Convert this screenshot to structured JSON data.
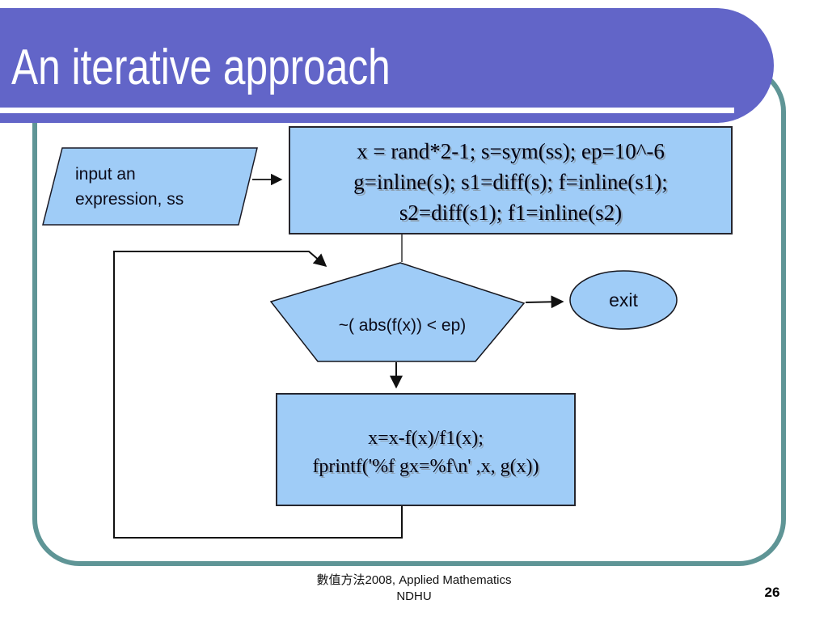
{
  "slide": {
    "title": "An iterative approach",
    "page_number": "26",
    "footer_line1": "數值方法2008, Applied Mathematics",
    "footer_line2": "NDHU"
  },
  "flowchart": {
    "input_shape": {
      "type": "parallelogram",
      "text": "input  an\nexpression, ss"
    },
    "init_block": {
      "type": "rectangle",
      "text": "x = rand*2-1; s=sym(ss); ep=10^-6\ng=inline(s); s1=diff(s); f=inline(s1);\ns2=diff(s1); f1=inline(s2)"
    },
    "condition_shape": {
      "type": "pentagon",
      "text": "~( abs(f(x)) < ep)"
    },
    "exit_shape": {
      "type": "ellipse",
      "text": "exit"
    },
    "update_block": {
      "type": "rectangle",
      "text": "x=x-f(x)/f1(x);\nfprintf('%f  gx=%f\\n' ,x, g(x))"
    }
  },
  "colors": {
    "banner_purple": "#6265c8",
    "shape_fill": "#9fccf7",
    "frame_teal": "#5f9596",
    "shape_border": "#1a1a26",
    "connector": "#111111"
  }
}
